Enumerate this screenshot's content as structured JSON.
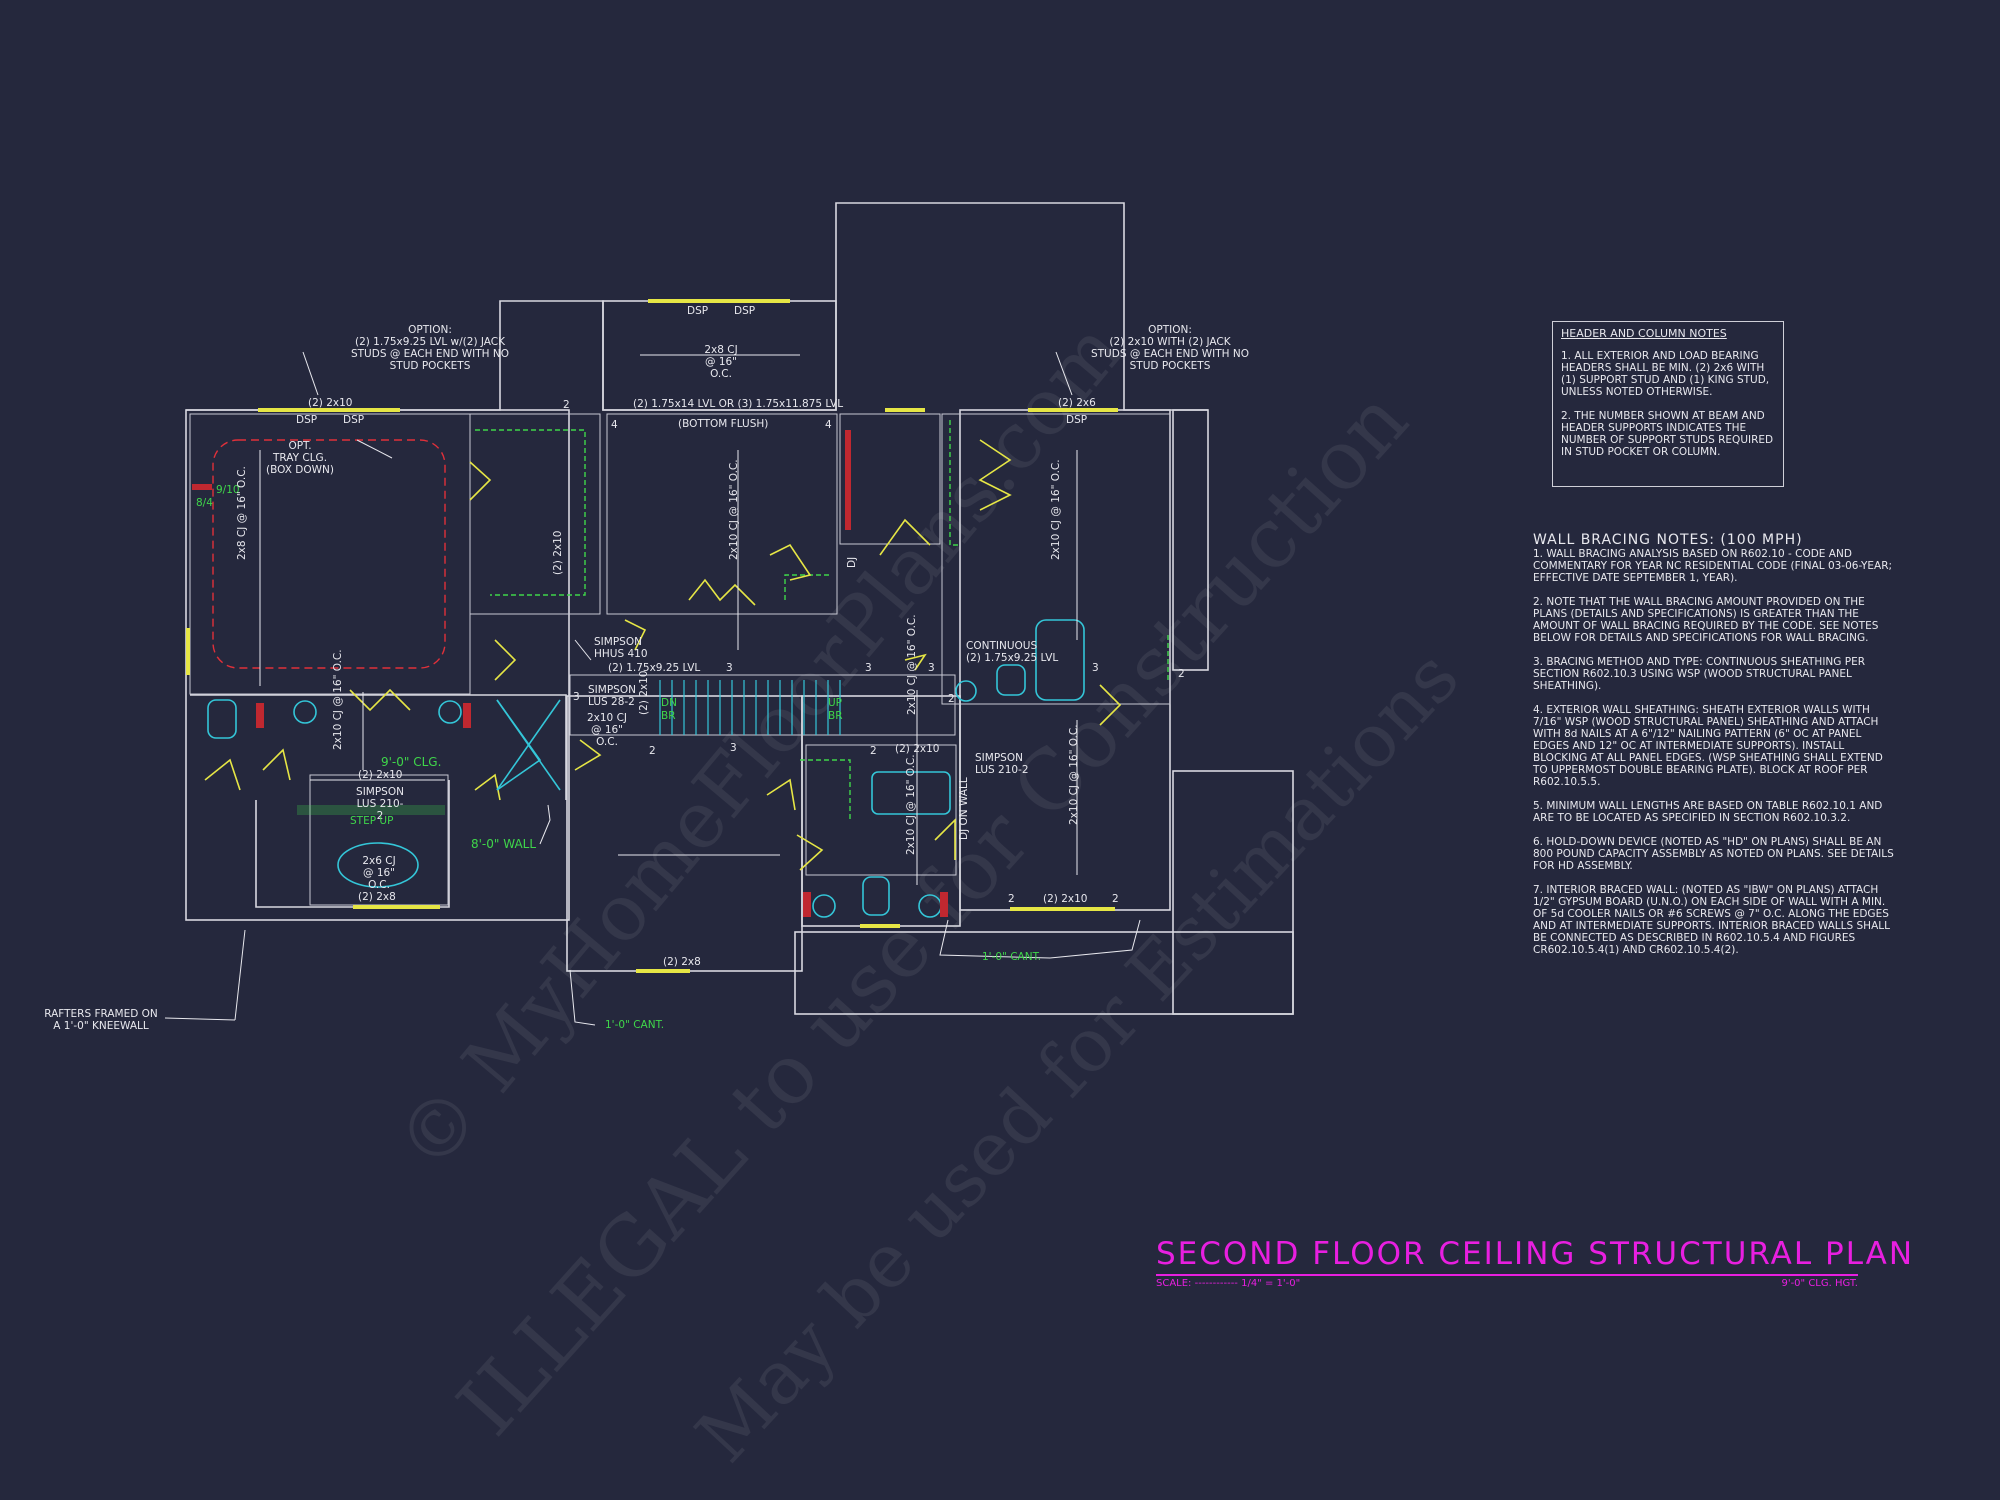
{
  "watermark": {
    "line1": "© MyHomeFloorPlans.com",
    "line2": "ILLEGAL to use for Construction",
    "line3": "May be used for Estimations"
  },
  "title": {
    "main": "SECOND FLOOR CEILING STRUCTURAL PLAN",
    "scale": "SCALE: ------------ 1/4\" = 1'-0\"",
    "height": "9'-0\" CLG. HGT."
  },
  "header_notes": {
    "title": "HEADER AND COLUMN NOTES",
    "items": [
      "1. ALL EXTERIOR AND LOAD BEARING HEADERS SHALL BE MIN. (2) 2x6 WITH (1) SUPPORT STUD AND (1) KING STUD, UNLESS NOTED OTHERWISE.",
      "2. THE NUMBER SHOWN AT BEAM AND HEADER SUPPORTS INDICATES THE NUMBER OF SUPPORT STUDS REQUIRED IN STUD POCKET OR COLUMN."
    ]
  },
  "wall_bracing": {
    "title": "WALL BRACING NOTES: (100 MPH)",
    "items": [
      "1. WALL BRACING ANALYSIS BASED ON R602.10 - CODE AND COMMENTARY FOR YEAR NC RESIDENTIAL CODE (FINAL 03-06-YEAR; EFFECTIVE DATE SEPTEMBER 1, YEAR).",
      "2. NOTE THAT THE WALL BRACING AMOUNT PROVIDED ON THE PLANS (DETAILS AND SPECIFICATIONS) IS GREATER THAN THE AMOUNT OF WALL BRACING REQUIRED BY THE CODE. SEE NOTES BELOW FOR DETAILS AND SPECIFICATIONS FOR WALL BRACING.",
      "3. BRACING METHOD AND TYPE: CONTINUOUS SHEATHING PER SECTION R602.10.3 USING WSP (WOOD STRUCTURAL PANEL SHEATHING).",
      "4. EXTERIOR WALL SHEATHING: SHEATH EXTERIOR WALLS WITH 7/16\" WSP (WOOD STRUCTURAL PANEL) SHEATHING AND ATTACH WITH 8d NAILS AT A 6\"/12\" NAILING PATTERN (6\" OC AT PANEL EDGES AND 12\" OC AT INTERMEDIATE SUPPORTS). INSTALL BLOCKING AT ALL PANEL EDGES. (WSP SHEATHING SHALL EXTEND TO UPPERMOST DOUBLE BEARING PLATE). BLOCK AT ROOF PER R602.10.5.5.",
      "5. MINIMUM WALL LENGTHS ARE BASED ON TABLE R602.10.1 AND ARE TO BE LOCATED AS SPECIFIED IN SECTION R602.10.3.2.",
      "6. HOLD-DOWN DEVICE (NOTED AS \"HD\" ON PLANS) SHALL BE AN 800 POUND CAPACITY ASSEMBLY AS NOTED ON PLANS. SEE DETAILS FOR HD ASSEMBLY.",
      "7. INTERIOR BRACED WALL: (NOTED AS \"IBW\" ON PLANS) ATTACH 1/2\" GYPSUM BOARD (U.N.O.) ON EACH SIDE OF WALL WITH A MIN. OF 5d COOLER NAILS OR #6 SCREWS @ 7\" O.C. ALONG THE EDGES AND AT INTERMEDIATE SUPPORTS. INTERIOR BRACED WALLS SHALL BE CONNECTED AS DESCRIBED IN R602.10.5.4 AND FIGURES CR602.10.5.4(1) AND CR602.10.5.4(2)."
    ]
  },
  "plan_labels": {
    "opt_left": [
      "OPTION:",
      "(2) 1.75x9.25 LVL w/(2) JACK",
      "STUDS @ EACH END WITH NO",
      "STUD POCKETS"
    ],
    "opt_right": [
      "OPTION:",
      "(2) 2x10 WITH (2) JACK",
      "STUDS @ EACH END WITH NO",
      "STUD POCKETS"
    ],
    "hdr_2x10_left": "(2) 2x10",
    "hdr_2x10_right": "(2) 2x6",
    "dsp": "DSP",
    "lvl_top": "(2) 1.75x14 LVL OR (3) 1.75x11.875 LVL",
    "bottom_flush": "(BOTTOM FLUSH)",
    "cj_2x8_top": "2x8 CJ",
    "oc16": "@ 16\" O.C.",
    "tray": [
      "OPT.",
      "TRAY CLG.",
      "(BOX DOWN)"
    ],
    "cj_master": "2x8 CJ",
    "cj_2x10": "2x10 CJ",
    "cj_2x10_b": "(2) 2x10",
    "simpson_hhus": [
      "SIMPSON",
      "HHUS 410"
    ],
    "lvl_stair": "(2) 1.75x9.25 LVL",
    "simpson_lus28": [
      "SIMPSON",
      "LUS 28-2"
    ],
    "cj_2x10_stair": "2x10 CJ",
    "continuous": [
      "CONTINUOUS",
      "(2) 1.75x9.25 LVL"
    ],
    "simpson_lus210_r": [
      "SIMPSON",
      "LUS 210-2"
    ],
    "simpson_lus210_l": [
      "SIMPSON",
      "LUS 210-2"
    ],
    "clg_9": "9'-0\" CLG.",
    "step_up": "STEP UP",
    "cj_2x6": "2x6 CJ",
    "wall_8": "8'-0\" WALL",
    "hdr_2x8": "(2) 2x8",
    "rafters": [
      "RAFTERS FRAMED ON",
      "A 1'-0\" KNEEWALL"
    ],
    "cant_1": "1'-0\" CANT.",
    "cant_2": "1'-0\" CANT.",
    "dj": "DJ",
    "dj_wall": "DJ ON WALL",
    "dn": "DN",
    "up": "UP",
    "br": "BR",
    "num_2": "2",
    "num_3": "3",
    "num_4": "4",
    "ratio_910": "9/10",
    "ratio_84": "8/4"
  }
}
